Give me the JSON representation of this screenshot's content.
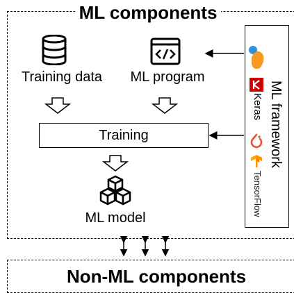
{
  "ml_section": {
    "title": "ML components"
  },
  "non_ml_section": {
    "title": "Non-ML components"
  },
  "nodes": {
    "training_data": "Training data",
    "ml_program": "ML program",
    "training": "Training",
    "ml_model": "ML model"
  },
  "framework": {
    "title": "ML framework",
    "items": [
      {
        "label": "",
        "icon": "theano-logo-icon"
      },
      {
        "label": "Keras",
        "icon": "keras-logo-icon"
      },
      {
        "label": "",
        "icon": "pytorch-logo-icon"
      },
      {
        "label": "TensorFlow",
        "icon": "tensorflow-logo-icon"
      }
    ]
  },
  "colors": {
    "keras": "#d00000",
    "pytorch": "#ee4c2c",
    "tensorflow": "#ff8f00",
    "theano_blue": "#2f8fd8",
    "theano_orange": "#f59a23"
  }
}
